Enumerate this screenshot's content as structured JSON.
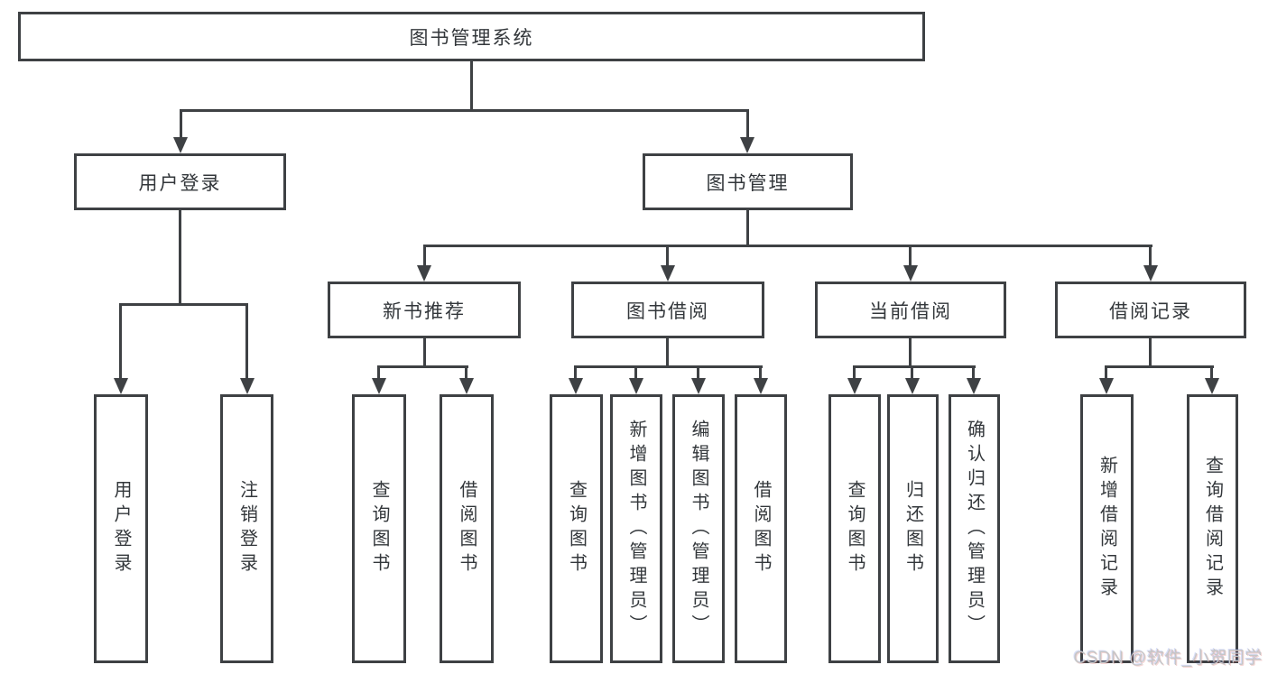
{
  "diagram": {
    "root": {
      "label": "图书管理系统",
      "children": [
        {
          "label": "用户登录",
          "children": [
            {
              "label": "用户登录"
            },
            {
              "label": "注销登录"
            }
          ]
        },
        {
          "label": "图书管理",
          "children": [
            {
              "label": "新书推荐",
              "children": [
                {
                  "label": "查询图书"
                },
                {
                  "label": "借阅图书"
                }
              ]
            },
            {
              "label": "图书借阅",
              "children": [
                {
                  "label": "查询图书"
                },
                {
                  "label": "新增图书（管理员）"
                },
                {
                  "label": "编辑图书（管理员）"
                },
                {
                  "label": "借阅图书"
                }
              ]
            },
            {
              "label": "当前借阅",
              "children": [
                {
                  "label": "查询图书"
                },
                {
                  "label": "归还图书"
                },
                {
                  "label": "确认归还（管理员）"
                }
              ]
            },
            {
              "label": "借阅记录",
              "children": [
                {
                  "label": "新增借阅记录"
                },
                {
                  "label": "查询借阅记录"
                }
              ]
            }
          ]
        }
      ]
    },
    "watermark": {
      "text": "CSDN @软件_小贺同学"
    },
    "colors": {
      "line": "#3E4144",
      "ink": "#33373B",
      "watermark_gray": "#C6C6C6",
      "background": "#FFFFFF"
    }
  }
}
